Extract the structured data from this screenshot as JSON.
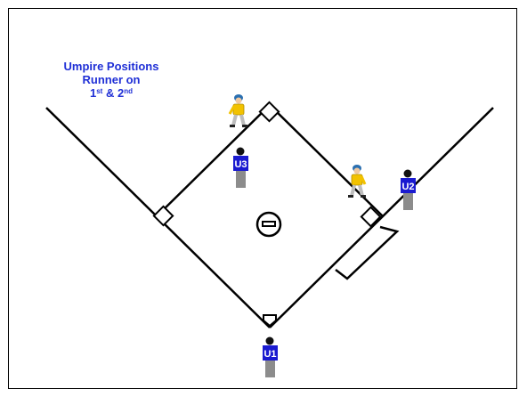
{
  "title": {
    "line1": "Umpire Positions",
    "line2": "Runner on",
    "base_first": "1",
    "first_suffix": "st",
    "amp": "&",
    "base_second": "2",
    "second_suffix": "nd"
  },
  "umpires": [
    {
      "label": "U1",
      "color": "#1a1ad0"
    },
    {
      "label": "U2",
      "color": "#1a1ad0"
    },
    {
      "label": "U3",
      "color": "#1a1ad0"
    }
  ],
  "runners": [
    {
      "base": "2nd",
      "color": "#f2c200"
    },
    {
      "base": "1st",
      "color": "#f2c200"
    }
  ],
  "colors": {
    "title": "#1f2fd6",
    "field_lines": "#000000",
    "pants": "#8c8c8c"
  }
}
